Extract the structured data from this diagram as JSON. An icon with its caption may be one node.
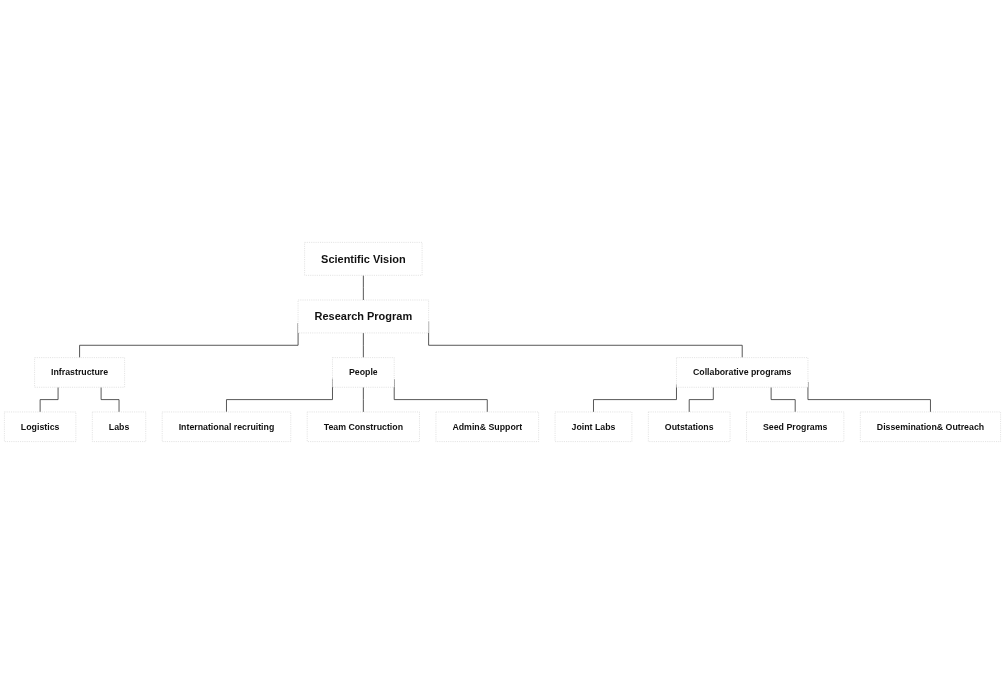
{
  "diagram": {
    "nodes": [
      {
        "text": [
          "Scientific Vision"
        ]
      },
      {
        "text": [
          "Research Program"
        ]
      },
      {
        "text": [
          "Infrastructure"
        ]
      },
      {
        "text": [
          "People"
        ]
      },
      {
        "text": [
          "Collaborative programs"
        ]
      },
      {
        "text": [
          "Logistics"
        ]
      },
      {
        "text": [
          "Labs"
        ]
      },
      {
        "text": [
          "International recruiting"
        ]
      },
      {
        "text": [
          "Team Construction"
        ]
      },
      {
        "text": [
          "Admin& Support"
        ]
      },
      {
        "text": [
          "Joint Labs"
        ]
      },
      {
        "text": [
          "Outstations"
        ]
      },
      {
        "text": [
          "Seed Programs"
        ]
      },
      {
        "text": [
          "Dissemination& Outreach"
        ]
      }
    ],
    "edges": [
      {
        "from": 0,
        "to": 1,
        "arrow": "none"
      },
      {
        "from": 1,
        "to": 2,
        "arrow": "none"
      },
      {
        "from": 1,
        "to": 3,
        "arrow": "none"
      },
      {
        "from": 1,
        "to": 4,
        "arrow": "none"
      },
      {
        "from": 2,
        "to": 5,
        "arrow": "none"
      },
      {
        "from": 2,
        "to": 6,
        "arrow": "none"
      },
      {
        "from": 3,
        "to": 7,
        "arrow": "none"
      },
      {
        "from": 3,
        "to": 8,
        "arrow": "none"
      },
      {
        "from": 3,
        "to": 9,
        "arrow": "none"
      },
      {
        "from": 4,
        "to": 10,
        "arrow": "none"
      },
      {
        "from": 4,
        "to": 11,
        "arrow": "none"
      },
      {
        "from": 4,
        "to": 12,
        "arrow": "none"
      },
      {
        "from": 4,
        "to": 13,
        "arrow": "none"
      }
    ]
  }
}
